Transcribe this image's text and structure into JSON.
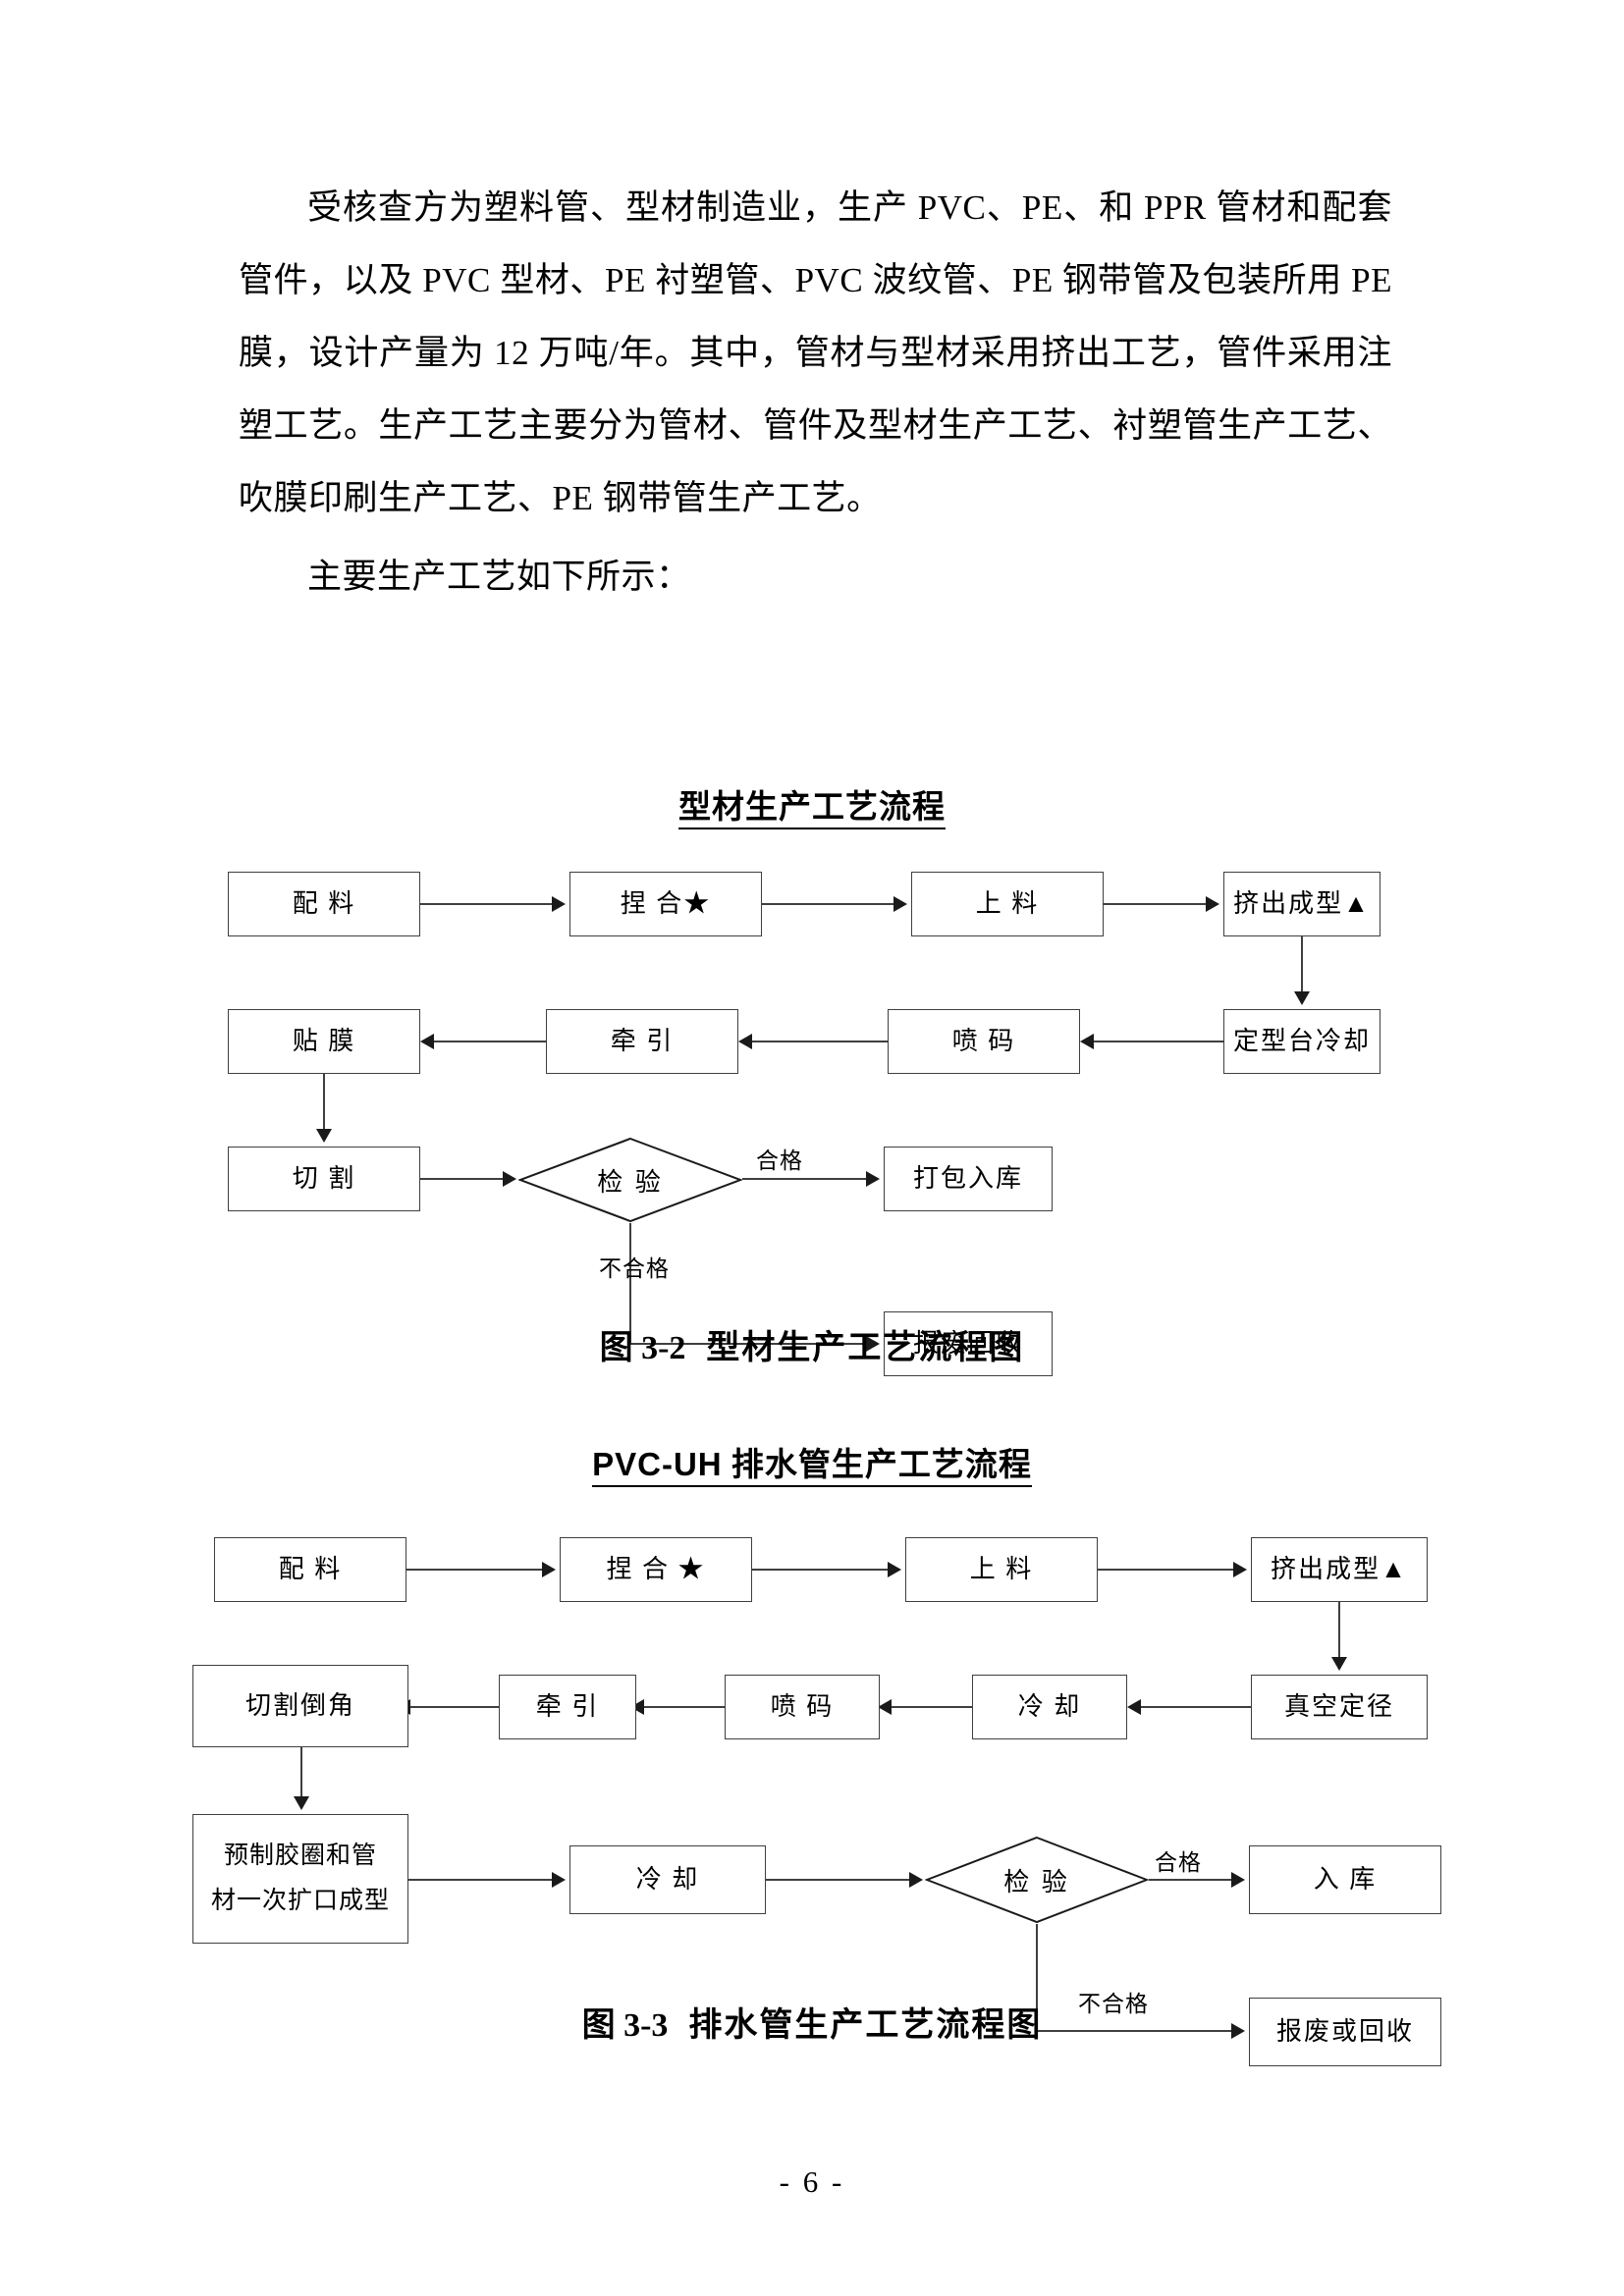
{
  "document": {
    "page_number": "- 6 -",
    "paragraphs": [
      "受核查方为塑料管、型材制造业，生产 PVC、PE、和 PPR 管材和配套管件，以及 PVC 型材、PE 衬塑管、PVC 波纹管、PE 钢带管及包装所用 PE 膜，设计产量为 12 万吨/年。其中，管材与型材采用挤出工艺，管件采用注塑工艺。生产工艺主要分为管材、管件及型材生产工艺、衬塑管生产工艺、吹膜印刷生产工艺、PE 钢带管生产工艺。",
      "主要生产工艺如下所示："
    ]
  },
  "figure_1": {
    "title": "型材生产工艺流程",
    "caption_label": "图 3-2",
    "caption_text": "型材生产工艺流程图",
    "nodes": {
      "n1": "配 料",
      "n2": "捏 合★",
      "n3": "上 料",
      "n4": "挤出成型▲",
      "n5": "定型台冷却",
      "n6": "喷 码",
      "n7": "牵 引",
      "n8": "贴 膜",
      "n9": "切 割",
      "n10": "检 验",
      "n11": "打包入库",
      "n12": "报废回收"
    },
    "edge_labels": {
      "pass": "合格",
      "fail": "不合格"
    }
  },
  "figure_2": {
    "title_latin": "PVC-UH",
    "title_cjk": "排水管生产工艺流程",
    "caption_label": "图 3-3",
    "caption_text": "排水管生产工艺流程图",
    "nodes": {
      "n1": "配 料",
      "n2": "捏 合 ★",
      "n3": "上 料",
      "n4": "挤出成型▲",
      "n5": "真空定径",
      "n6": "冷 却",
      "n7": "喷 码",
      "n8": "牵 引",
      "n9": "切割倒角",
      "n10_line1": "预制胶圈和管",
      "n10_line2": "材一次扩口成型",
      "n11": "冷 却",
      "n12": "检 验",
      "n13": "入 库",
      "n14": "报废或回收"
    },
    "edge_labels": {
      "pass": "合格",
      "fail": "不合格"
    }
  },
  "colors": {
    "text": "#000000",
    "box_border": "#3f3f3f",
    "connector": "#3f3f3f",
    "background": "#ffffff"
  }
}
